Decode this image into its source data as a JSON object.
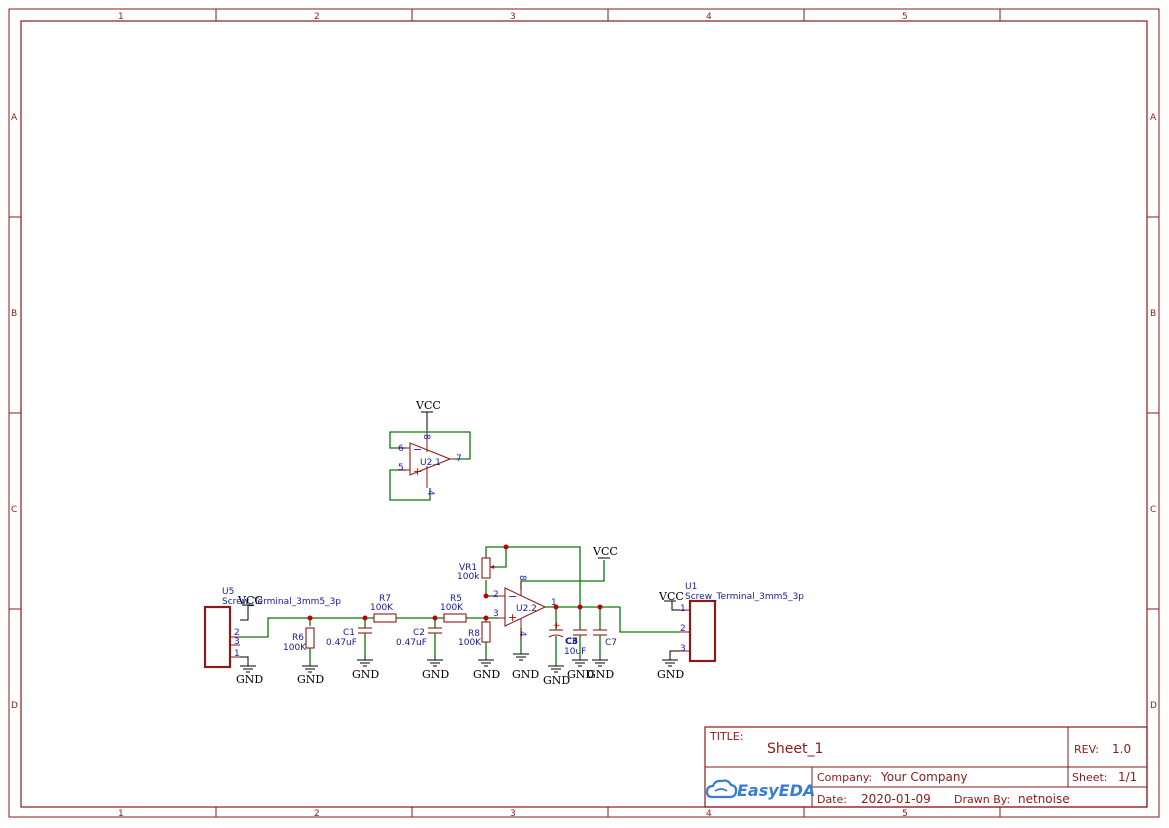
{
  "frame": {
    "column_labels": [
      "1",
      "2",
      "3",
      "4",
      "5"
    ],
    "row_labels": [
      "A",
      "B",
      "C",
      "D"
    ]
  },
  "title_block": {
    "title_label": "TITLE:",
    "title_value": "Sheet_1",
    "rev_label": "REV:",
    "rev_value": "1.0",
    "company_label": "Company:",
    "company_value": "Your Company",
    "sheet_label": "Sheet:",
    "sheet_value": "1/1",
    "date_label": "Date:",
    "date_value": "2020-01-09",
    "drawn_label": "Drawn By:",
    "drawn_value": "netnoise",
    "logo_text": "EasyEDA"
  },
  "components": {
    "U2_1": {
      "name": "U2.1",
      "pins": [
        "6",
        "5",
        "7",
        "8",
        "4"
      ]
    },
    "U2_2": {
      "name": "U2.2",
      "pins": [
        "2",
        "3",
        "1",
        "8",
        "4"
      ]
    },
    "U5": {
      "name": "U5",
      "value": "Screw_Terminal_3mm5_3p",
      "pins": [
        "3",
        "2",
        "1"
      ]
    },
    "U1": {
      "name": "U1",
      "value": "Screw_Terminal_3mm5_3p",
      "pins": [
        "1",
        "2",
        "3"
      ]
    },
    "R6": {
      "name": "R6",
      "value": "100K"
    },
    "R7": {
      "name": "R7",
      "value": "100K"
    },
    "R5": {
      "name": "R5",
      "value": "100K"
    },
    "R8": {
      "name": "R8",
      "value": "100K"
    },
    "VR1": {
      "name": "VR1",
      "value": "100k"
    },
    "C1": {
      "name": "C1",
      "value": "0.47uF"
    },
    "C2": {
      "name": "C2",
      "value": "0.47uF"
    },
    "C3": {
      "name": "C3",
      "value": "10uF"
    },
    "C6": {
      "name": "C6"
    },
    "C7": {
      "name": "C7"
    }
  },
  "power": {
    "vcc": "VCC",
    "gnd": "GND"
  },
  "colors": {
    "frame": "#8b1a1a",
    "wire": "#0b7a0b",
    "junction": "#c00000",
    "pin_number": "#1a1acc",
    "designator": "#1a1a99",
    "logo": "#3a7bd5"
  }
}
